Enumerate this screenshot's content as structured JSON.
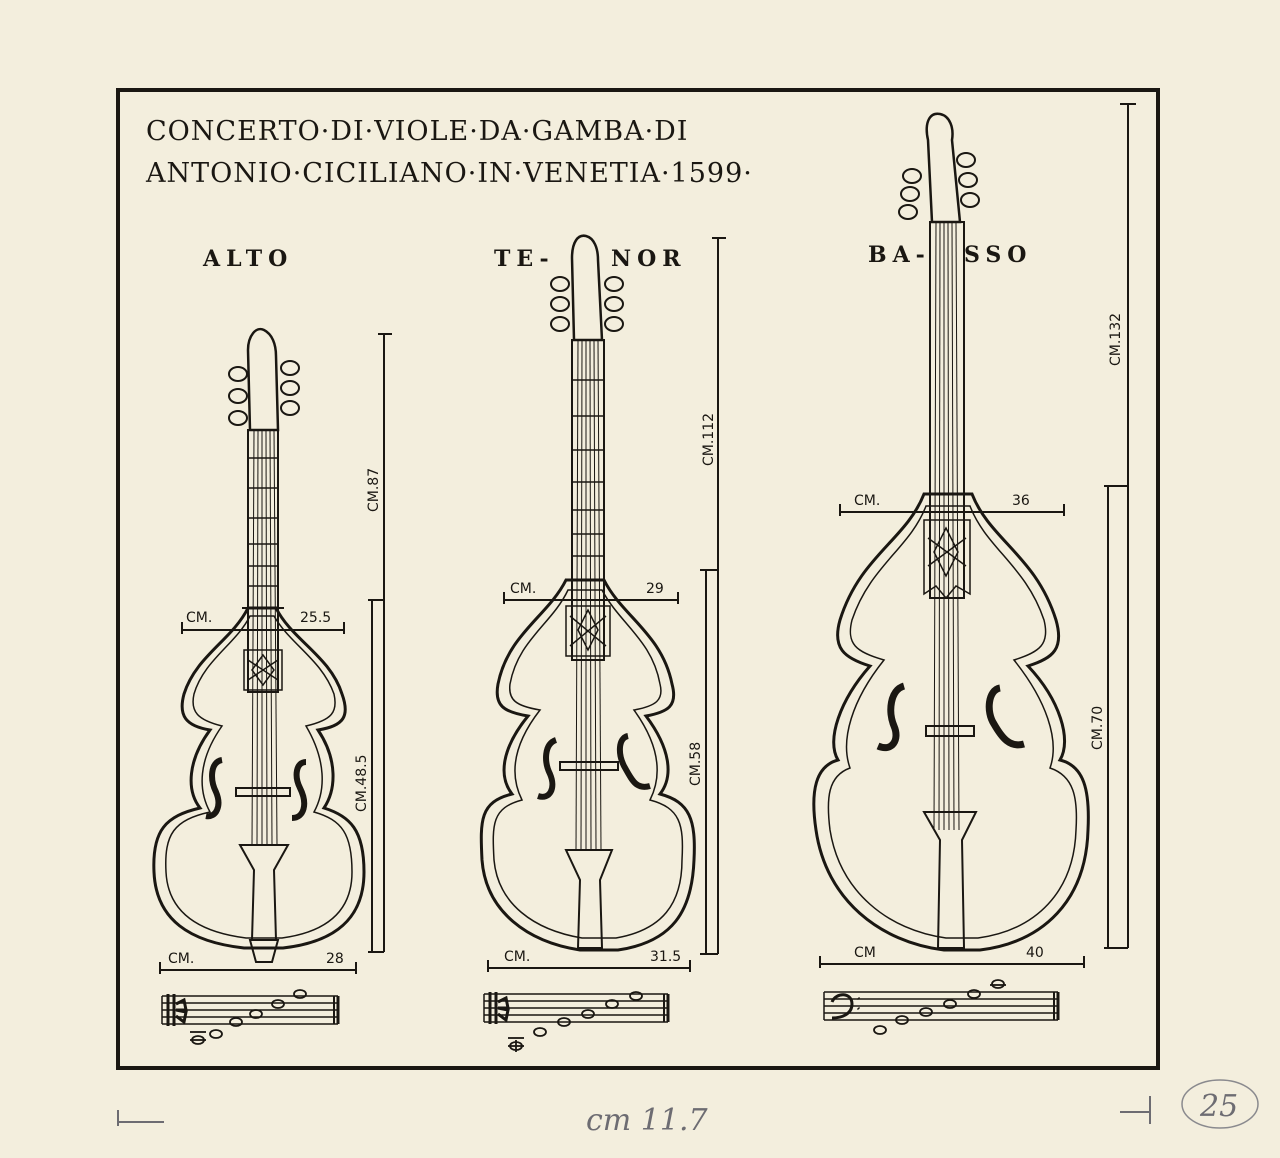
{
  "title": {
    "line1": "CONCERTO·DI·VIOLE·DA·GAMBA·DI",
    "line2": "ANTONIO·CICILIANO·IN·VENETIA·1599·"
  },
  "instruments": [
    {
      "name": "ALTO",
      "total_height": "CM.87",
      "body_height": "CM.48.5",
      "upper_width_label": "CM.",
      "upper_width_value": "25.5",
      "lower_width_label": "CM.",
      "lower_width_value": "28",
      "clef": "alto-clef"
    },
    {
      "name_left": "TE-",
      "name_right": "NOR",
      "total_height": "CM.112",
      "body_height": "CM.58",
      "upper_width_label": "CM.",
      "upper_width_value": "29",
      "lower_width_label": "CM.",
      "lower_width_value": "31.5",
      "clef": "alto-clef"
    },
    {
      "name_left": "BA-",
      "name_right": "SSO",
      "total_height": "CM.132",
      "body_height": "CM.70",
      "upper_width_label": "CM.",
      "upper_width_value": "36",
      "lower_width_label": "CM",
      "lower_width_value": "40",
      "clef": "bass-clef"
    }
  ],
  "pencil_notes": {
    "scale_note": "cm 11.7",
    "page_number": "25"
  },
  "colors": {
    "paper": "#f3eedd",
    "ink": "#1a1712",
    "pencil": "#6d6c72"
  }
}
